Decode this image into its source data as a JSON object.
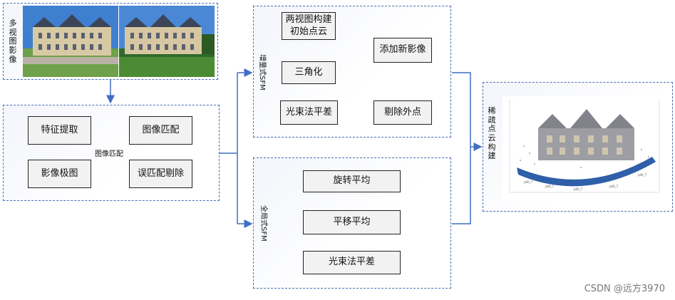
{
  "inputs": {
    "label": [
      "多",
      "视",
      "图",
      "影",
      "像"
    ]
  },
  "matching": {
    "feature_extraction": "特征提取",
    "image_matching": "图像匹配",
    "edge_label": "图像匹配",
    "mismatch_removal": "误匹配剔除",
    "epipolar_graph": "影像极图"
  },
  "incremental": {
    "label": "增量式SFM",
    "init": "两视图构建\n初始点云",
    "triangulation": "三角化",
    "bundle_adjustment": "光束法平差",
    "outlier_removal": "剔除外点",
    "add_image": "添加新影像"
  },
  "global": {
    "label": "全局式SFM",
    "rotation_avg": "旋转平均",
    "translation_avg": "平移平均",
    "bundle_adjustment": "光束法平差"
  },
  "output": {
    "label": [
      "稀",
      "疏",
      "点",
      "云",
      "构",
      "建"
    ]
  },
  "watermark": "CSDN @远方3970",
  "colors": {
    "border": "#4a6fb3",
    "arrow": "#3f6fc4",
    "node_fill": "#f2f2f2"
  }
}
